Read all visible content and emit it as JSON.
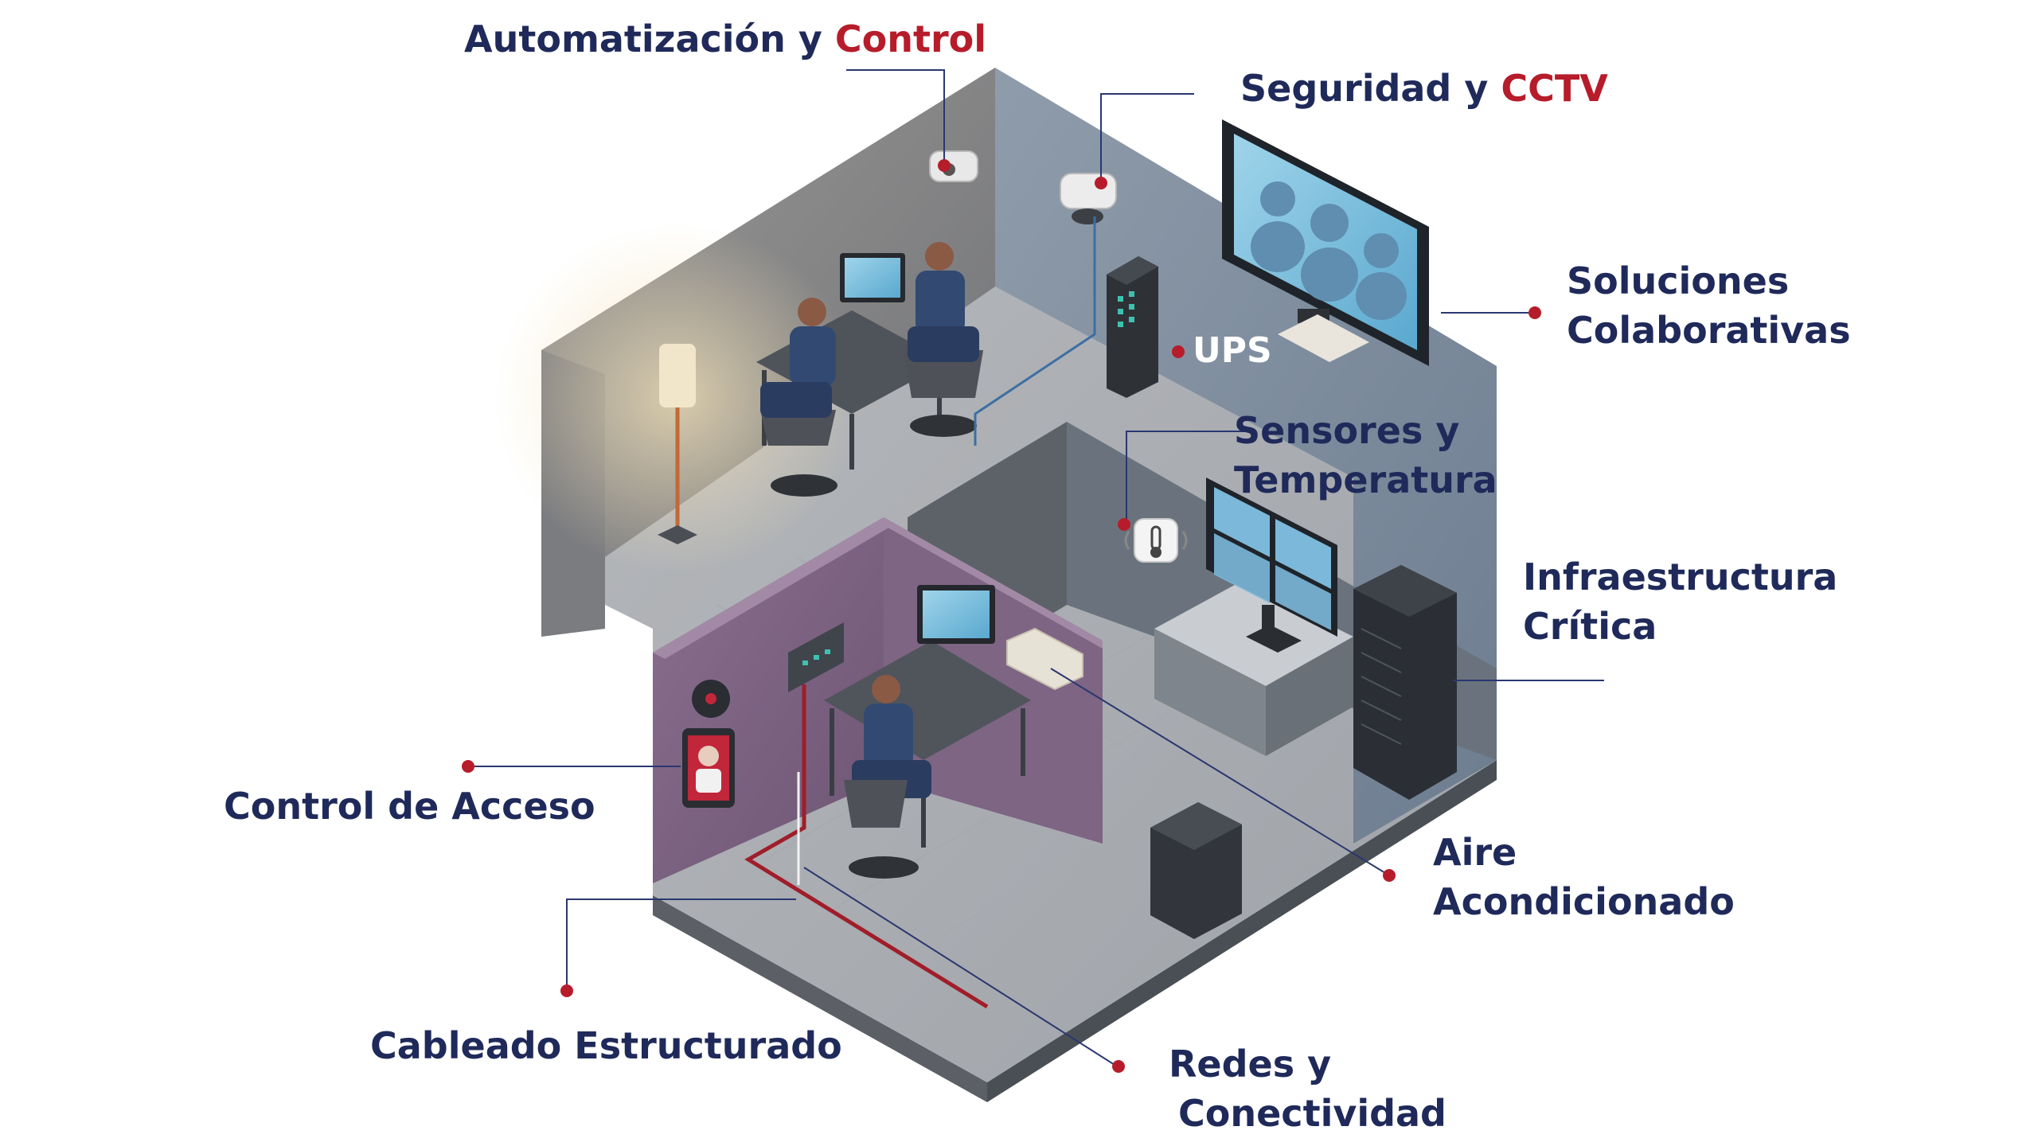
{
  "colors": {
    "navy": "#1f2a5a",
    "accent_red": "#b71c2a",
    "callout_dot": "#b71c2a",
    "callout_line": "#2a3770",
    "white_text": "#ffffff"
  },
  "labels": {
    "automatizacion": {
      "part1": "Automatización y ",
      "part2": "Control"
    },
    "seguridad": {
      "part1": "Seguridad y ",
      "part2": "CCTV"
    },
    "soluciones": {
      "line1": "Soluciones",
      "line2": "Colaborativas"
    },
    "ups": "UPS",
    "sensores": {
      "line1": "Sensores y",
      "line2": "Temperatura"
    },
    "infraestructura": {
      "line1": "Infraestructura",
      "line2": "Crítica"
    },
    "control_acceso": "Control de Acceso",
    "aire": {
      "line1": "Aire",
      "line2": "Acondicionado"
    },
    "cableado": "Cableado Estructurado",
    "redes": {
      "line1": "Redes y",
      "line2": "Conectividad"
    }
  },
  "icons": {
    "sensor": "thermometer-icon",
    "access": "face-recognition-icon",
    "server": "server-rack-icon",
    "camera": "cctv-camera-icon",
    "video_call": "video-conference-icon"
  }
}
